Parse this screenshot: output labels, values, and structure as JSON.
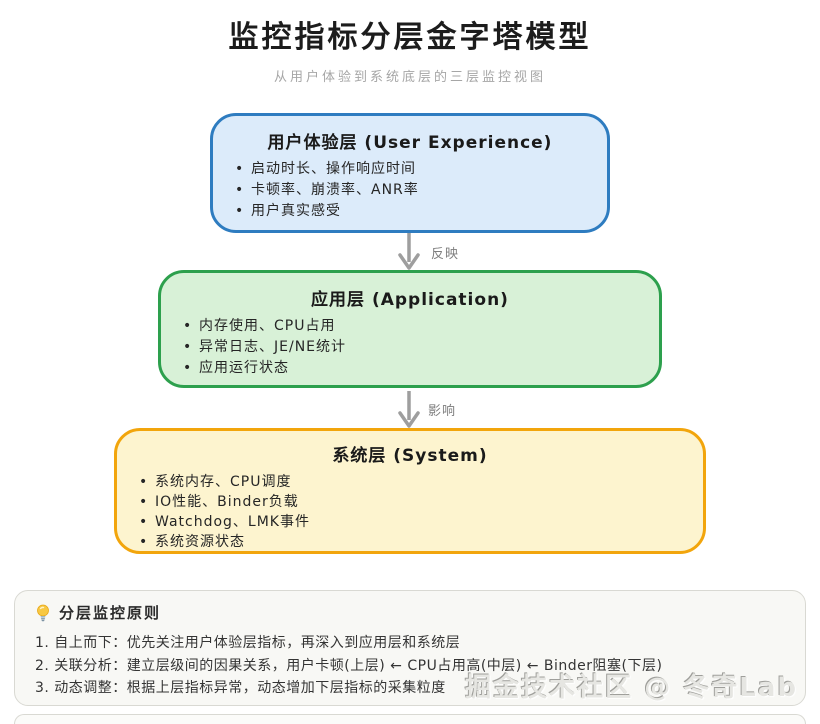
{
  "page": {
    "title": "监控指标分层金字塔模型",
    "subtitle": "从用户体验到系统底层的三层监控视图"
  },
  "layers": [
    {
      "id": "user-experience-layer",
      "title": "用户体验层 (User Experience)",
      "bullets": [
        "启动时长、操作响应时间",
        "卡顿率、崩溃率、ANR率",
        "用户真实感受"
      ],
      "border_color": "#2e7cc0",
      "fill_color": "#dcebfa"
    },
    {
      "id": "application-layer",
      "title": "应用层 (Application)",
      "bullets": [
        "内存使用、CPU占用",
        "异常日志、JE/NE统计",
        "应用运行状态"
      ],
      "border_color": "#2da04d",
      "fill_color": "#d8f1d7"
    },
    {
      "id": "system-layer",
      "title": "系统层 (System)",
      "bullets": [
        "系统内存、CPU调度",
        "IO性能、Binder负载",
        "Watchdog、LMK事件",
        "系统资源状态"
      ],
      "border_color": "#f2a50c",
      "fill_color": "#fdf4cf"
    }
  ],
  "arrows": [
    {
      "label": "反映",
      "color": "#9e9e9e"
    },
    {
      "label": "影响",
      "color": "#9e9e9e"
    }
  ],
  "principles": {
    "icon": "lightbulb-icon",
    "title": "分层监控原则",
    "items": [
      "1. 自上而下：优先关注用户体验层指标，再深入到应用层和系统层",
      "2. 关联分析：建立层级间的因果关系，用户卡顿(上层) ← CPU占用高(中层) ← Binder阻塞(下层)",
      "3. 动态调整：根据上层指标异常，动态增加下层指标的采集粒度"
    ]
  },
  "watermark": "掘金技术社区 @ 冬奇Lab"
}
